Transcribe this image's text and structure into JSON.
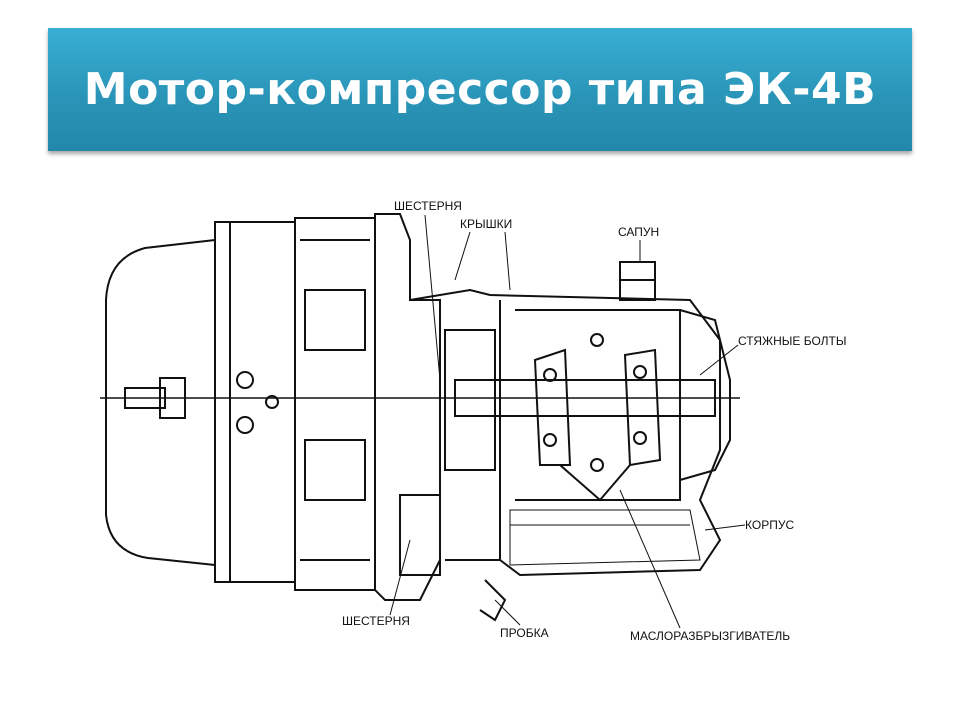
{
  "title": "Мотор-компрессор типа ЭК-4В",
  "labels": {
    "gear_top": "ШЕСТЕРНЯ",
    "covers": "КРЫШКИ",
    "breather": "САПУН",
    "tie_bolts": "СТЯЖНЫЕ БОЛТЫ",
    "housing": "КОРПУС",
    "gear_bottom": "ШЕСТЕРНЯ",
    "plug": "ПРОБКА",
    "oil_splasher": "МАСЛОРАЗБРЫЗГИВАТЕЛЬ"
  }
}
